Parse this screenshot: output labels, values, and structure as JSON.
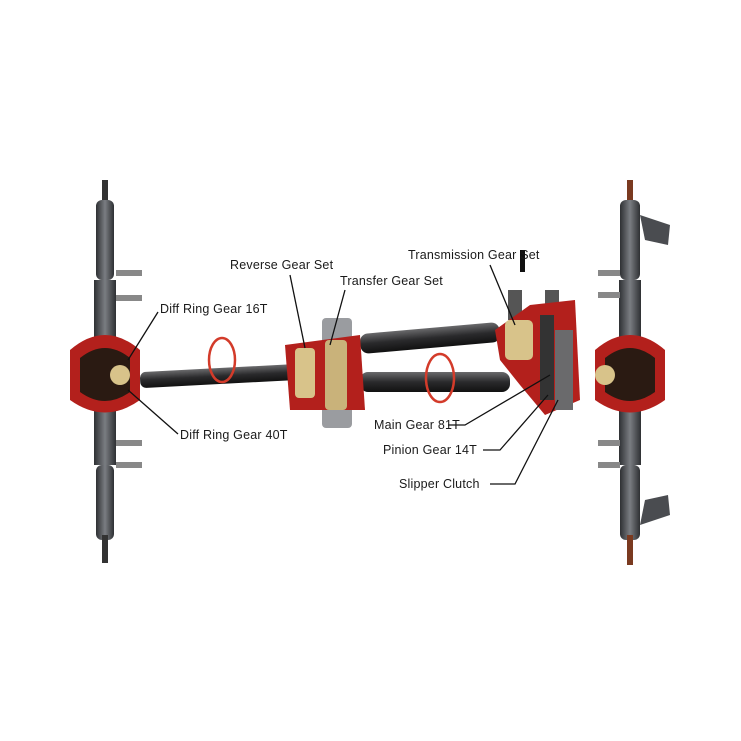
{
  "diagram": {
    "labels": {
      "reverse_gear_set": "Reverse Gear Set",
      "transfer_gear_set": "Transfer Gear Set",
      "transmission_gear_set": "Transmission Gear Set",
      "diff_ring_gear_16t": "Diff Ring Gear 16T",
      "diff_ring_gear_40t": "Diff Ring Gear 40T",
      "main_gear_81t": "Main Gear 81T",
      "pinion_gear_14t": "Pinion Gear 14T",
      "slipper_clutch": "Slipper Clutch"
    },
    "colors": {
      "housing_red": "#b3201c",
      "shaft_dark": "#3a3a3c",
      "axle_gray": "#5c5f63",
      "gear_gold": "#d8c38a"
    }
  }
}
